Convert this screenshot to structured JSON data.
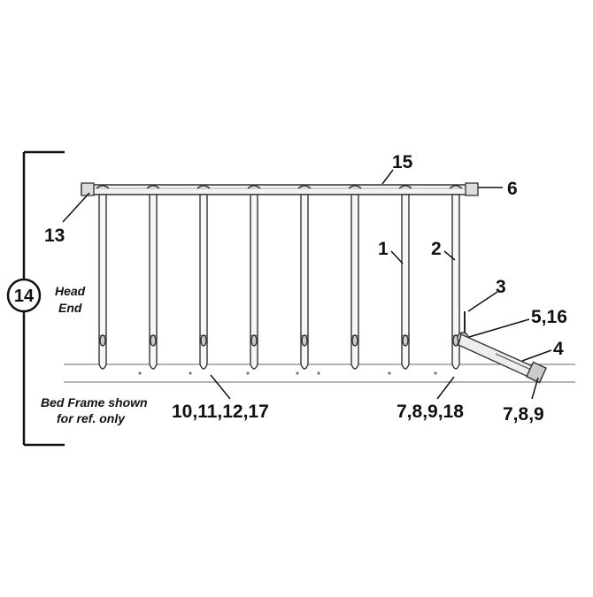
{
  "diagram": {
    "group_badge": "14",
    "head_end_line1": "Head",
    "head_end_line2": "End",
    "bed_frame_line1": "Bed Frame shown",
    "bed_frame_line2": "for ref. only",
    "callouts": {
      "c15": "15",
      "c6": "6",
      "c13": "13",
      "c1": "1",
      "c2": "2",
      "c3": "3",
      "c5_16": "5,16",
      "c4": "4",
      "c10_17": "10,11,12,17",
      "c7_18": "7,8,9,18",
      "c7_9": "7,8,9"
    }
  }
}
